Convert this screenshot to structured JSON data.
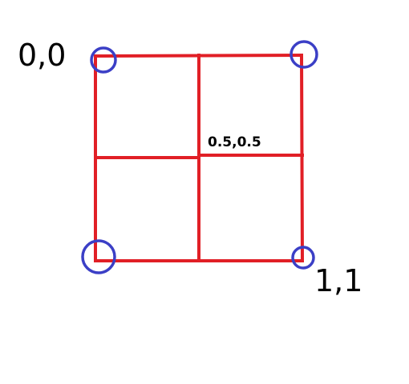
{
  "labels": {
    "origin": "0,0",
    "center": "0.5,0.5",
    "corner": "1,1"
  },
  "colors": {
    "background": "#ffffff",
    "grid_red": "#e11f26",
    "outline_black": "#000000",
    "circle_blue": "#3b3fc6"
  }
}
